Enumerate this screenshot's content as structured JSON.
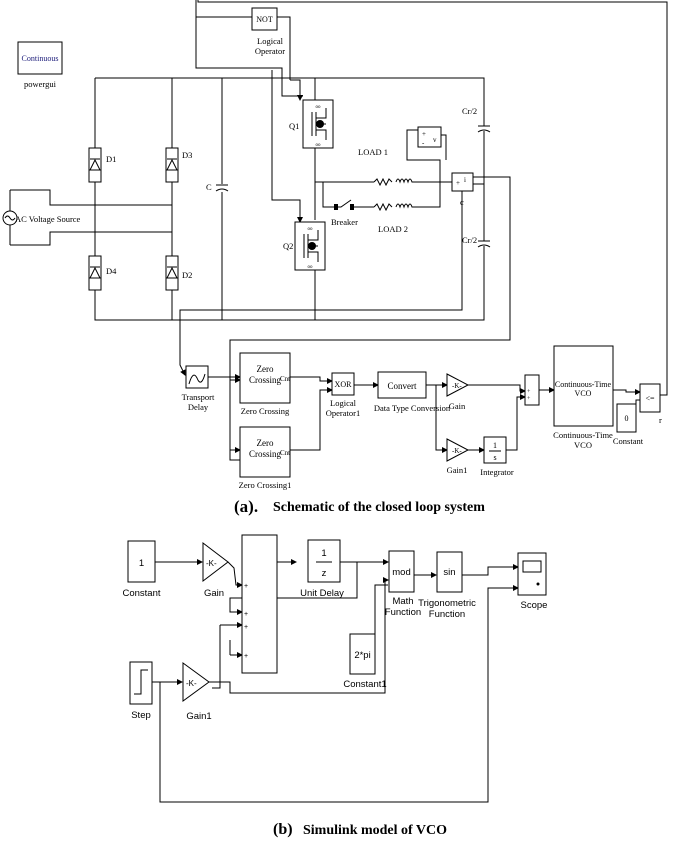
{
  "part_a": {
    "caption_letter": "(a).",
    "caption_text": "Schematic of the closed loop system",
    "powergui_block": "Continuous",
    "powergui_label": "powergui",
    "not_block": "NOT",
    "logical_operator_label_1": "Logical",
    "logical_operator_label_2": "Operator",
    "ac_source_label": "AC Voltage Source",
    "diode_d1": "D1",
    "diode_d2": "D2",
    "diode_d3": "D3",
    "diode_d4": "D4",
    "capacitor_c": "C",
    "mosfet_q1": "Q1",
    "mosfet_q2": "Q2",
    "load1_label": "LOAD 1",
    "load2_label": "LOAD 2",
    "breaker_label": "Breaker",
    "cr2_top": "Cr/2",
    "cr2_bottom": "Cr/2",
    "current_meas_label": "c",
    "voltage_meas_plus": "+",
    "voltage_meas_minus": "-",
    "voltage_meas_v": "v",
    "transport_delay_1": "Transport",
    "transport_delay_2": "Delay",
    "zc1_text_1": "Zero",
    "zc1_text_2": "Crossing",
    "zc1_cnt": "Cnt",
    "zc1_label": "Zero Crossing",
    "zc2_text_1": "Zero",
    "zc2_text_2": "Crossing",
    "zc2_cnt": "Cnt",
    "zc2_label": "Zero Crossing1",
    "xor_block": "XOR",
    "logical_operator1_1": "Logical",
    "logical_operator1_2": "Operator1",
    "convert_block": "Convert",
    "convert_label": "Data Type Conversion",
    "gain_block": "-K-",
    "gain_label": "Gain",
    "gain1_block": "-K-",
    "gain1_label": "Gain1",
    "integrator_num": "1",
    "integrator_den": "s",
    "integrator_label": "Integrator",
    "vco_block_1": "Continuous-Time",
    "vco_block_2": "VCO",
    "vco_label_1": "Continuous-Time",
    "vco_label_2": "VCO",
    "constant_block": "0",
    "constant_label": "Constant",
    "relop_block": "<=",
    "relop_label": "r"
  },
  "part_b": {
    "caption_letter": "(b)",
    "caption_text": "Simulink model of VCO",
    "constant_block": "1",
    "constant_label": "Constant",
    "gain_block": "-K-",
    "gain_label": "Gain",
    "gain1_block": "-K-",
    "gain1_label": "Gain1",
    "step_label": "Step",
    "unit_delay_num": "1",
    "unit_delay_den": "z",
    "unit_delay_label": "Unit Delay",
    "mod_block": "mod",
    "mod_label_1": "Math",
    "mod_label_2": "Function",
    "sin_block": "sin",
    "sin_label_1": "Trigonometric",
    "sin_label_2": "Function",
    "constant1_block": "2*pi",
    "constant1_label": "Constant1",
    "scope_label": "Scope"
  }
}
